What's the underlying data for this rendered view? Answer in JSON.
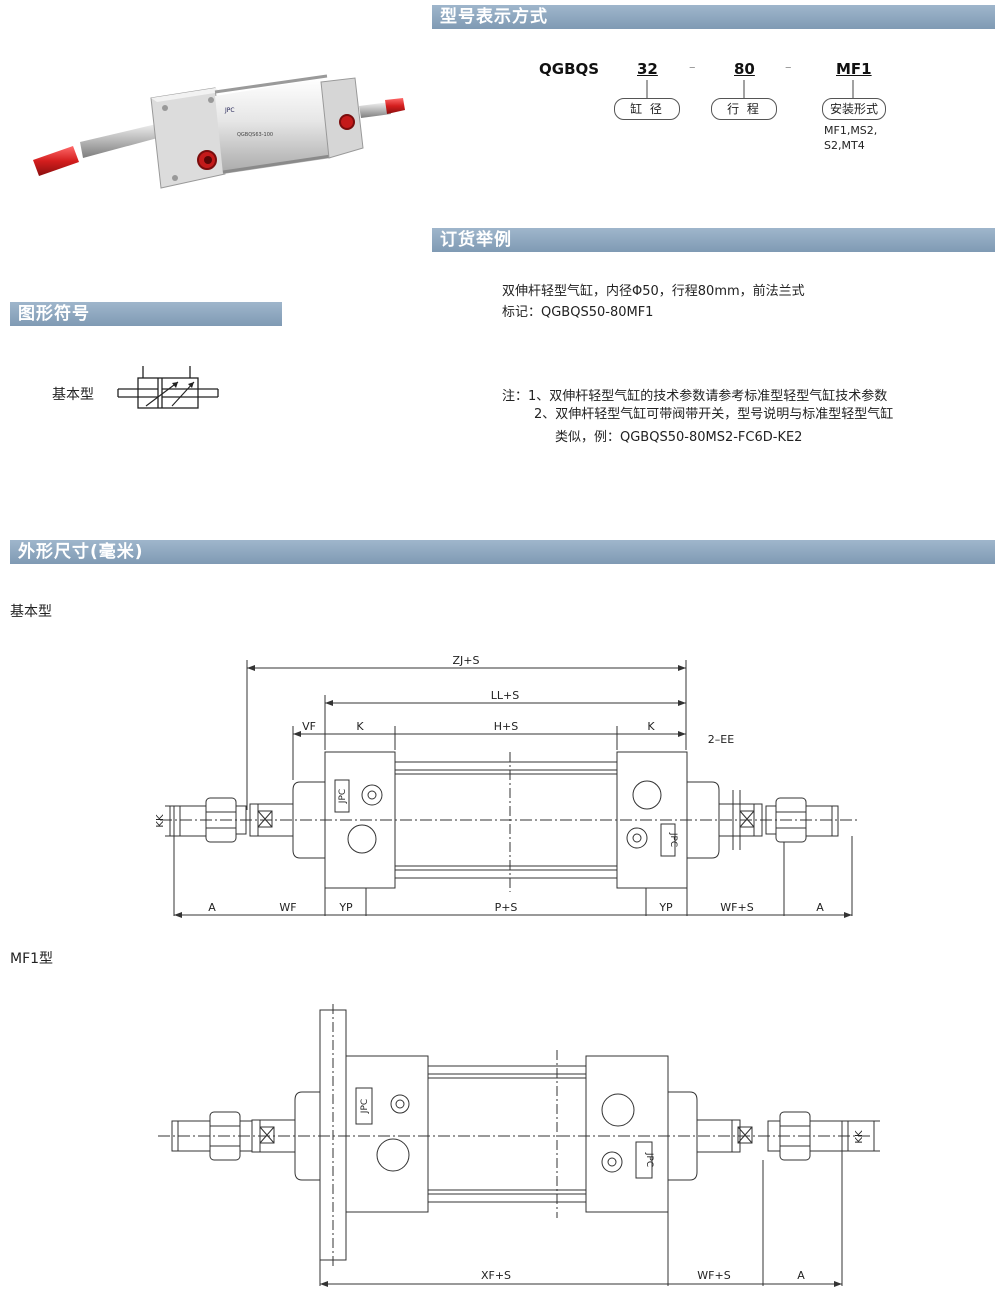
{
  "sections": {
    "model": "型号表示方式",
    "order": "订货举例",
    "symbol": "图形符号",
    "dims": "外形尺寸(毫米)"
  },
  "model_code": {
    "prefix": "QGBQS",
    "bore": "32",
    "stroke": "80",
    "mount": "MF1",
    "dash": "–",
    "bore_label": "缸 径",
    "stroke_label": "行 程",
    "mount_label": "安装形式",
    "mount_options": [
      "MF1,MS2,",
      "S2,MT4"
    ]
  },
  "order_example": {
    "line1": "双伸杆轻型气缸，内径Φ50，行程80mm，前法兰式",
    "line2": "标记：QGBQS50-80MF1"
  },
  "notes": [
    "注：1、双伸杆轻型气缸的技术参数请参考标准型轻型气缸技术参数",
    "2、双伸杆轻型气缸可带阀带开关，型号说明与标准型轻型气缸",
    "类似，例：QGBQS50-80MS2-FC6D-KE2"
  ],
  "symbol_label": "基本型",
  "product_labels": [
    "JPC",
    "QGBQS63-100"
  ],
  "drawing1": {
    "title": "基本型",
    "dims": {
      "zj": "ZJ+S",
      "ll": "LL+S",
      "vf": "VF",
      "k1": "K",
      "hs": "H+S",
      "k2": "K",
      "ee": "2–EE",
      "kk": "KK",
      "a1": "A",
      "wf": "WF",
      "yp1": "YP",
      "ps": "P+S",
      "yp2": "YP",
      "wfs": "WF+S",
      "a2": "A"
    },
    "brand": "JPC"
  },
  "drawing2": {
    "title": "MF1型",
    "dims": {
      "xfs": "XF+S",
      "wfs": "WF+S",
      "a": "A",
      "kk": "KK"
    },
    "brand": "JPC"
  },
  "colors": {
    "bar": "#8ea8c0",
    "line": "#333333",
    "cap": "#d62020",
    "body": "#e8e8e8"
  }
}
